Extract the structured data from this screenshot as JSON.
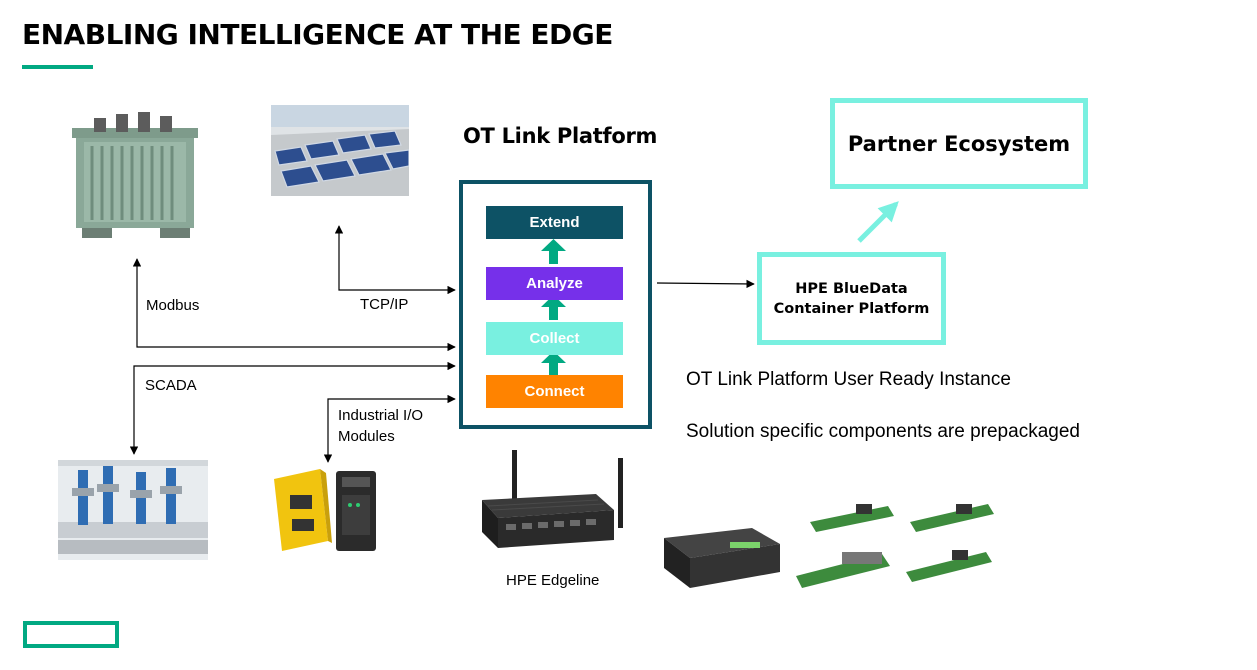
{
  "title": "ENABLING INTELLIGENCE AT THE EDGE",
  "platform": {
    "title": "OT Link Platform",
    "stages": [
      "Extend",
      "Analyze",
      "Collect",
      "Connect"
    ]
  },
  "protocols": {
    "modbus": "Modbus",
    "tcpip": "TCP/IP",
    "scada": "SCADA",
    "industrial_io_line1": "Industrial I/O",
    "industrial_io_line2": "Modules"
  },
  "bluedata": {
    "line1": "HPE BlueData",
    "line2": "Container Platform"
  },
  "partner": "Partner Ecosystem",
  "edgeline": "HPE Edgeline",
  "notes": [
    "OT Link Platform User Ready Instance",
    "Solution specific components are prepackaged"
  ],
  "colors": {
    "accent_green": "#01a982",
    "platform_border": "#0d5265",
    "extend": "#0d5265",
    "analyze": "#7630ea",
    "collect": "#79f0e0",
    "connect": "#ff8300",
    "partner_border": "#79f0e0"
  }
}
